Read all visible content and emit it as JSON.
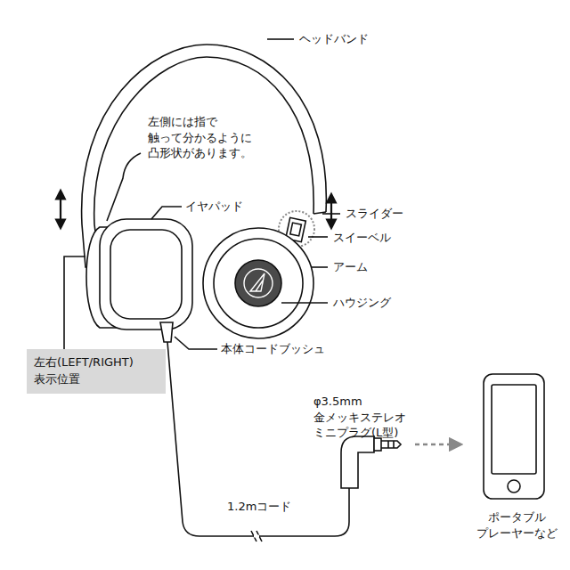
{
  "diagram": {
    "nodes": [
      {
        "text": [
          "左右(LEFT/RIGHT) 表示位置"
        ]
      }
    ],
    "labels": [
      "ヘッドバンド",
      "左側には指で 触って分かるように 凸形状があります。",
      "イヤパッド",
      "スライダー",
      "スイーベル",
      "アーム",
      "ハウジング",
      "本体コードブッシュ",
      "φ3.5mm 金メッキステレオ ミニプラグ(L型)",
      "1.2mコード",
      "ポータブル プレーヤーなど"
    ]
  }
}
